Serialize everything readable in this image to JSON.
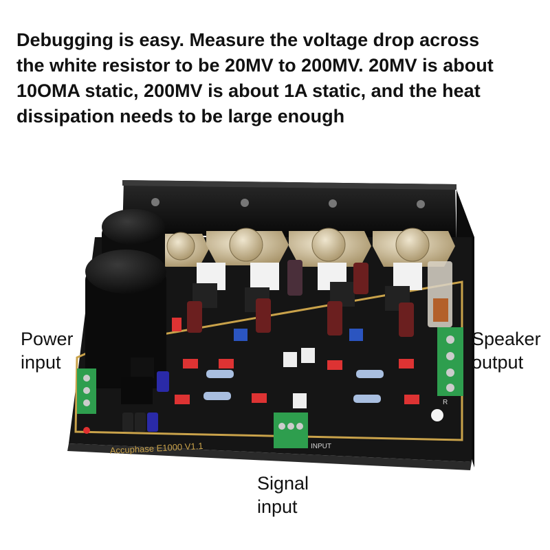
{
  "headline": {
    "lines": [
      "Debugging is easy. Measure the voltage drop across",
      "the white resistor to be 20MV to 200MV. 20MV is about",
      "10OMA static, 200MV is about 1A static, and the heat",
      "dissipation needs to be large enough"
    ]
  },
  "callouts": {
    "power": [
      "Power",
      "input"
    ],
    "speaker": [
      "Speaker",
      "output"
    ],
    "signal": [
      "Signal",
      "input"
    ]
  },
  "board": {
    "silkscreen_model": "Accuphase E1000 V1.1",
    "input_label": "INPUT",
    "output_marker": "R"
  },
  "colors": {
    "pcb": "#1a1a1a",
    "gold_trace": "#c9a24a",
    "heatsink": "#101010",
    "terminal_green": "#2e9e4e",
    "capacitor_maroon": "#6b1f1f",
    "blue_capacitor": "#2a2aa8"
  }
}
